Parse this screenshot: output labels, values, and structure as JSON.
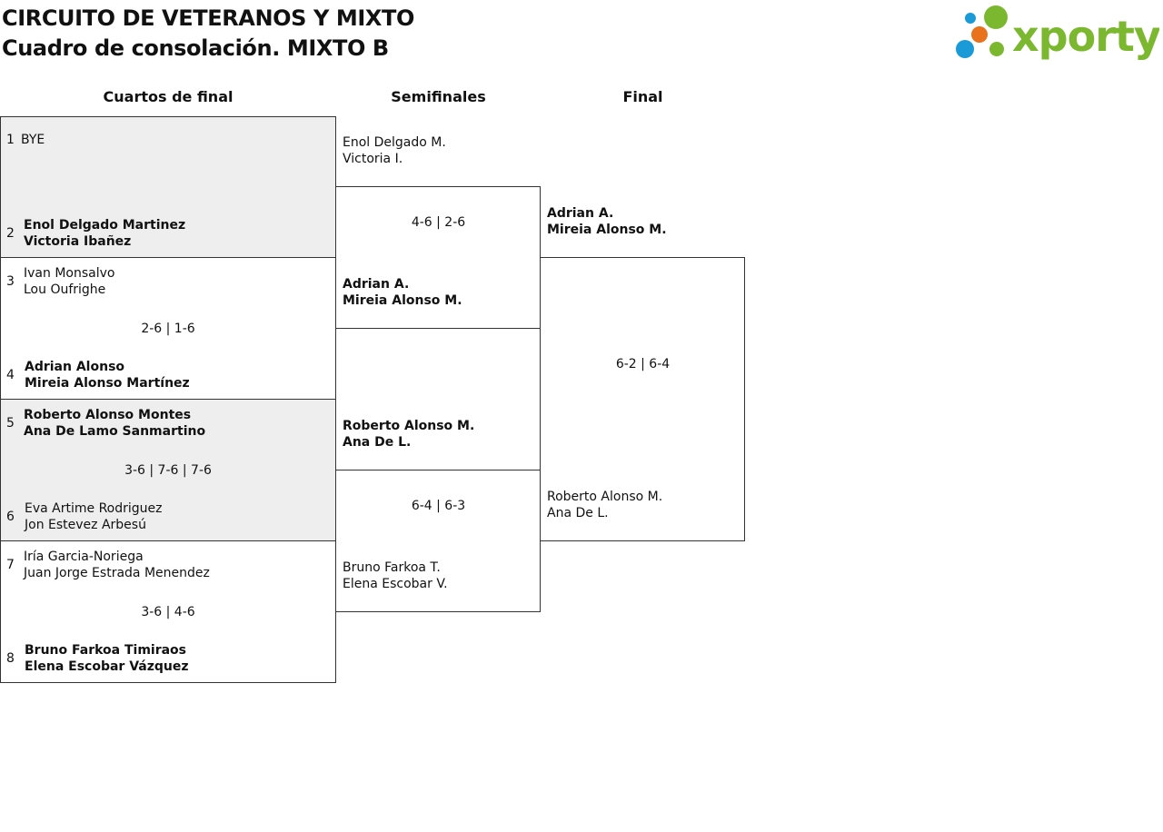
{
  "header": {
    "title_line1": "CIRCUITO DE VETERANOS Y MIXTO",
    "title_line2": "Cuadro de consolación. MIXTO B",
    "logo_text": "xporty"
  },
  "rounds": [
    "Cuartos de final",
    "Semifinales",
    "Final"
  ],
  "quarterfinals": [
    {
      "top": {
        "seed": "1",
        "players": [
          "BYE",
          ""
        ],
        "winner": false
      },
      "bottom": {
        "seed": "2",
        "players": [
          "Enol Delgado Martinez",
          "Victoria Ibañez"
        ],
        "winner": true
      },
      "score": ""
    },
    {
      "top": {
        "seed": "3",
        "players": [
          "Ivan Monsalvo",
          "Lou Oufrighe"
        ],
        "winner": false
      },
      "bottom": {
        "seed": "4",
        "players": [
          "Adrian Alonso",
          "Mireia Alonso Martínez"
        ],
        "winner": true
      },
      "score": "2-6 | 1-6"
    },
    {
      "top": {
        "seed": "5",
        "players": [
          "Roberto Alonso Montes",
          "Ana De Lamo Sanmartino"
        ],
        "winner": true
      },
      "bottom": {
        "seed": "6",
        "players": [
          "Eva Artime Rodriguez",
          "Jon Estevez Arbesú"
        ],
        "winner": false
      },
      "score": "3-6 | 7-6 | 7-6"
    },
    {
      "top": {
        "seed": "7",
        "players": [
          "Iría Garcia-Noriega",
          "Juan Jorge Estrada Menendez"
        ],
        "winner": false
      },
      "bottom": {
        "seed": "8",
        "players": [
          "Bruno Farkoa Timiraos",
          "Elena Escobar Vázquez"
        ],
        "winner": true
      },
      "score": "3-6 | 4-6"
    }
  ],
  "semifinals": [
    {
      "top": {
        "players": [
          "Enol Delgado M.",
          "Victoria I."
        ],
        "winner": false
      },
      "bottom": {
        "players": [
          "Adrian A.",
          "Mireia Alonso M."
        ],
        "winner": true
      },
      "score": "4-6 | 2-6"
    },
    {
      "top": {
        "players": [
          "Roberto Alonso M.",
          "Ana De L."
        ],
        "winner": true
      },
      "bottom": {
        "players": [
          "Bruno Farkoa T.",
          "Elena Escobar V."
        ],
        "winner": false
      },
      "score": "6-4 | 6-3"
    }
  ],
  "final": {
    "top": {
      "players": [
        "Adrian A.",
        "Mireia Alonso M."
      ],
      "winner": true
    },
    "bottom": {
      "players": [
        "Roberto Alonso M.",
        "Ana De L."
      ],
      "winner": false
    },
    "score": "6-2 | 6-4"
  },
  "colors": {
    "logo_green": "#7cb82f",
    "logo_blue": "#1a9ad6",
    "logo_orange": "#e8731c",
    "shaded_row": "#eeeeee"
  }
}
